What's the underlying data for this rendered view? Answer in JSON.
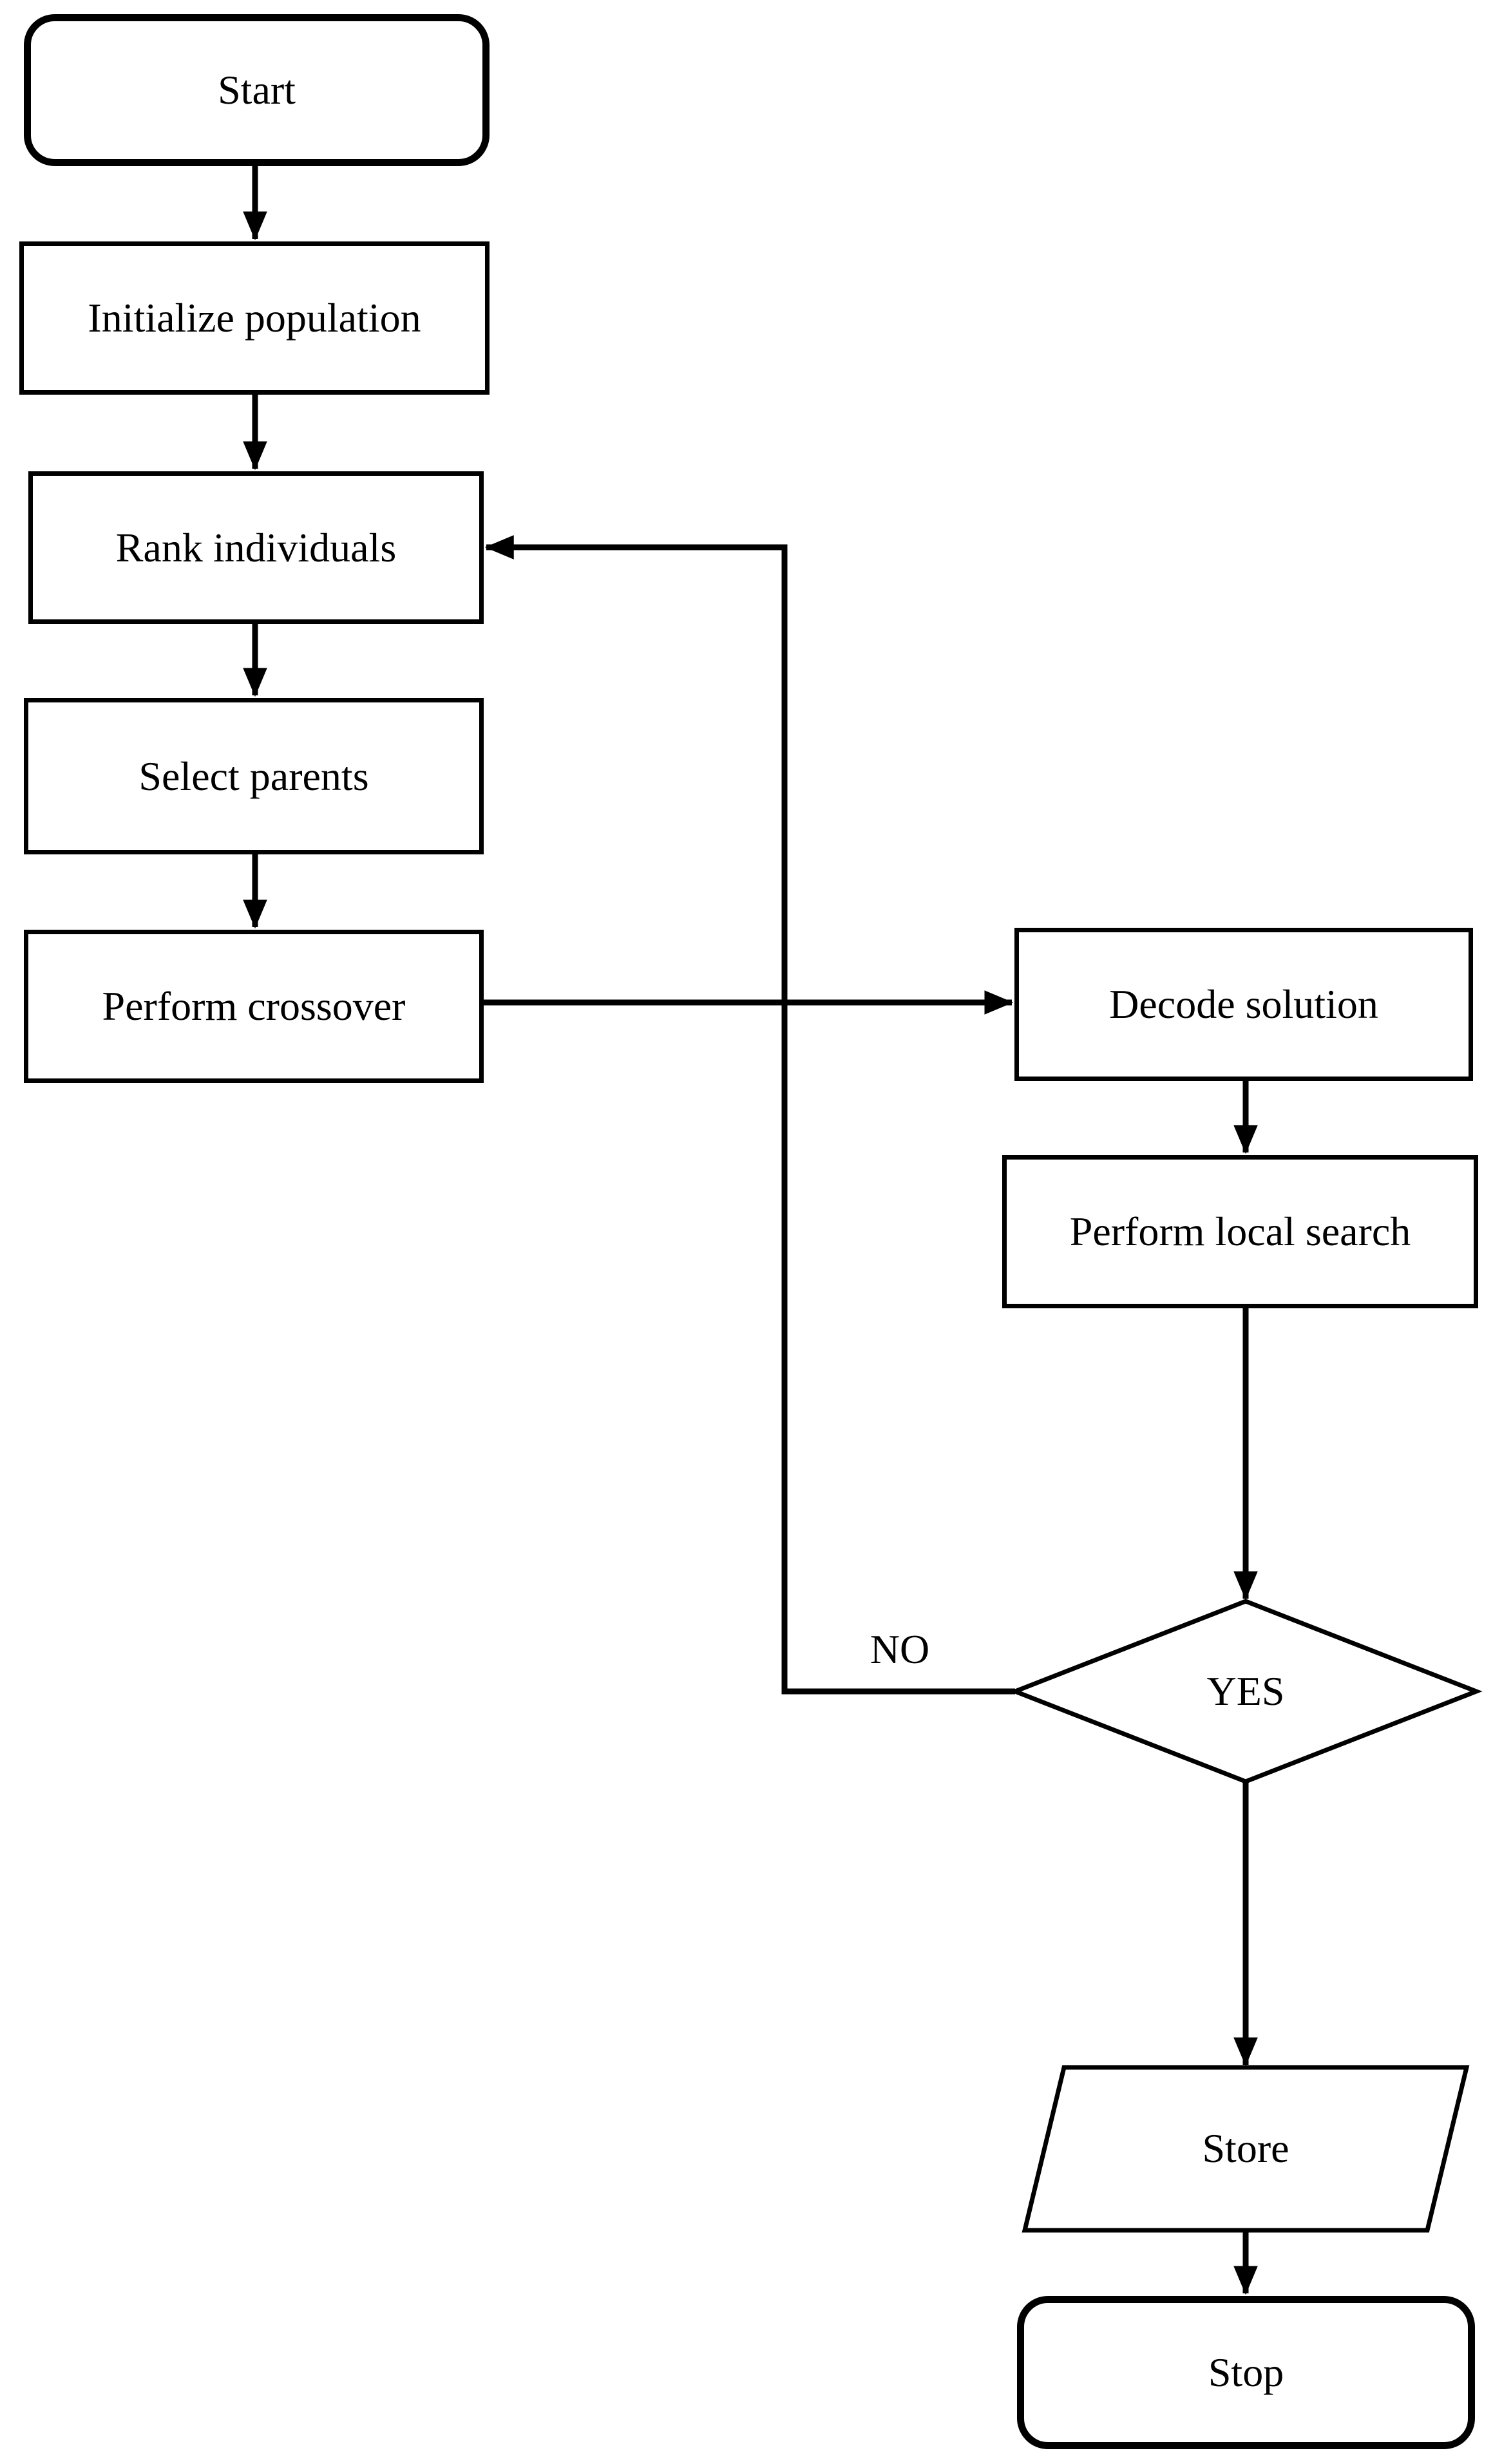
{
  "diagram": {
    "type": "flowchart",
    "background_color": "#ffffff",
    "stroke_color": "#000000",
    "fill_color": "#ffffff",
    "nodes": {
      "start": {
        "label": "Start",
        "shape": "rounded-rectangle"
      },
      "initialize": {
        "label": "Initialize population",
        "shape": "rectangle"
      },
      "rank": {
        "label": "Rank individuals",
        "shape": "rectangle"
      },
      "select": {
        "label": "Select parents",
        "shape": "rectangle"
      },
      "crossover": {
        "label": "Perform crossover",
        "shape": "rectangle"
      },
      "decode": {
        "label": "Decode solution",
        "shape": "rectangle"
      },
      "local_search": {
        "label": "Perform local search",
        "shape": "rectangle"
      },
      "decision": {
        "label": "YES",
        "shape": "diamond"
      },
      "store": {
        "label": "Store",
        "shape": "parallelogram"
      },
      "stop": {
        "label": "Stop",
        "shape": "rounded-rectangle"
      }
    },
    "edge_labels": {
      "no": "NO"
    },
    "edges": [
      {
        "from": "start",
        "to": "initialize"
      },
      {
        "from": "initialize",
        "to": "rank"
      },
      {
        "from": "rank",
        "to": "select"
      },
      {
        "from": "select",
        "to": "crossover"
      },
      {
        "from": "crossover",
        "to": "decode"
      },
      {
        "from": "decode",
        "to": "local_search"
      },
      {
        "from": "local_search",
        "to": "decision"
      },
      {
        "from": "decision",
        "to": "store"
      },
      {
        "from": "decision",
        "to": "rank",
        "label": "NO"
      },
      {
        "from": "store",
        "to": "stop"
      }
    ]
  }
}
